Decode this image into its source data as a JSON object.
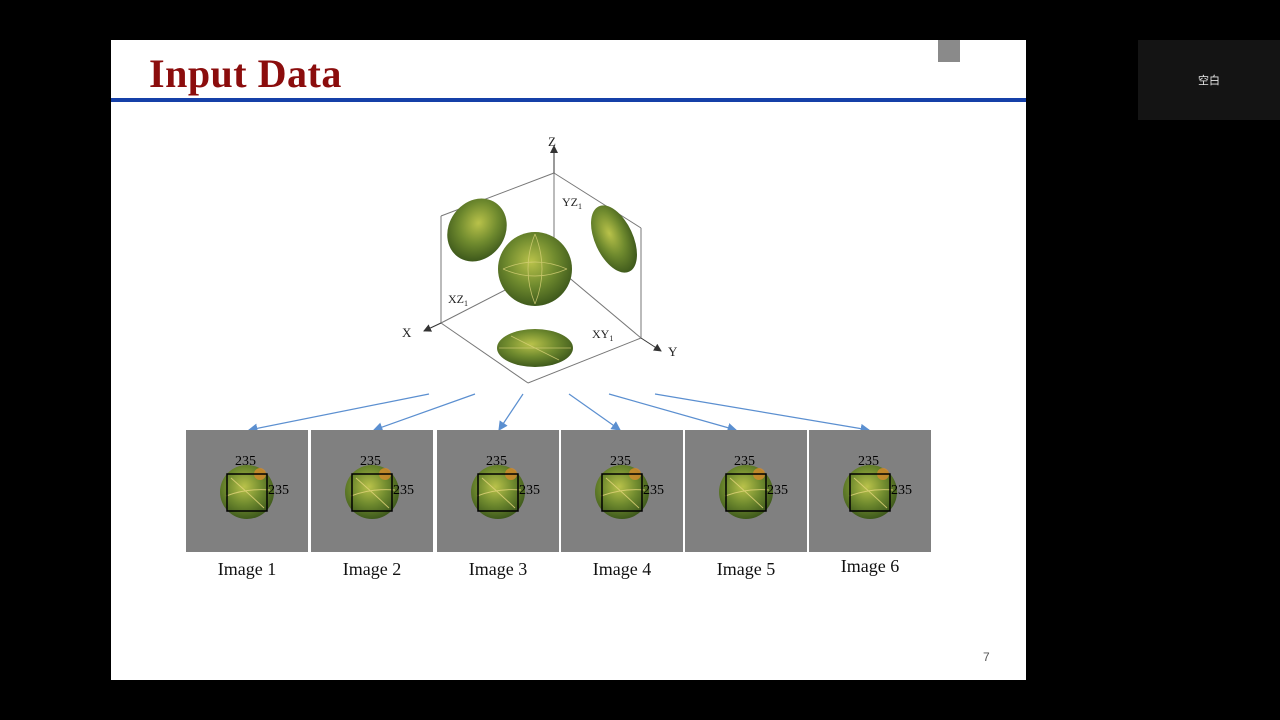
{
  "slide": {
    "title": "Input Data",
    "page_number": "7"
  },
  "diagram": {
    "axes": {
      "z": "Z",
      "x": "X",
      "y": "Y"
    },
    "planes": {
      "yz": "YZ",
      "xz": "XZ",
      "xy": "XY",
      "subscript": "1"
    }
  },
  "tiles": [
    {
      "caption": "Image 1",
      "crop_top": "235",
      "crop_side": "235"
    },
    {
      "caption": "Image 2",
      "crop_top": "235",
      "crop_side": "235"
    },
    {
      "caption": "Image 3",
      "crop_top": "235",
      "crop_side": "235"
    },
    {
      "caption": "Image 4",
      "crop_top": "235",
      "crop_side": "235"
    },
    {
      "caption": "Image 5",
      "crop_top": "235",
      "crop_side": "235"
    },
    {
      "caption": "Image 6",
      "crop_top": "235",
      "crop_side": "235"
    }
  ],
  "side_panel": {
    "label": "空白"
  },
  "colors": {
    "title": "#8b0d0d",
    "rule": "#1540a8",
    "arrow": "#5b8fd0",
    "tile_bg": "#808080",
    "fruit": "#6f8a2e"
  }
}
